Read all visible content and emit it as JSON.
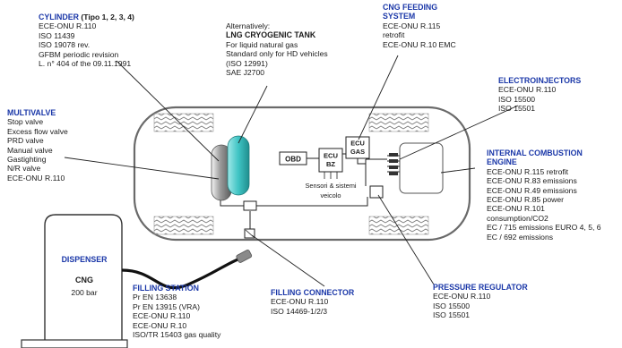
{
  "cylinder": {
    "title": "CYLINDER",
    "title_suffix": "(Tipo 1, 2, 3, 4)",
    "lines": [
      "ECE-ONU R.110",
      "ISO 11439",
      "ISO 19078 rev.",
      "GFBM periodic revision",
      "L. n° 404 of the 09.11.1991"
    ]
  },
  "lng": {
    "intro": "Alternatively:",
    "title": "LNG  CRYOGENIC TANK",
    "lines": [
      "For liquid natural gas",
      "Standard only for HD vehicles",
      "(ISO 12991)",
      "SAE J2700"
    ]
  },
  "cng_feeding": {
    "title_line1": "CNG FEEDING",
    "title_line2": "SYSTEM",
    "lines": [
      "ECE-ONU R.115",
      "retrofit",
      "ECE-ONU R.10 EMC"
    ]
  },
  "electroinjectors": {
    "title": "ELECTROINJECTORS",
    "lines": [
      "ECE-ONU R.110",
      "ISO 15500",
      "ISO 15501"
    ]
  },
  "multivalve": {
    "title": "MULTIVALVE",
    "lines": [
      "Stop valve",
      "Excess flow valve",
      "PRD valve",
      "Manual valve",
      "Gastighting",
      "N/R valve",
      "ECE-ONU R.110"
    ]
  },
  "ice": {
    "title_line1": "INTERNAL COMBUSTION",
    "title_line2": "ENGINE",
    "lines": [
      "ECE-ONU R.115 retrofit",
      "ECE-ONU R.83 emissions",
      "ECE-ONU R.49 emissions",
      "ECE-ONU R.85 power",
      "ECE-ONU R.101",
      "consumption/CO2",
      "EC / 715 emissions EURO 4, 5, 6",
      "EC / 692 emissions"
    ]
  },
  "filling_station": {
    "title": "FILLING STATION",
    "lines": [
      "Pr EN 13638",
      "Pr EN 13915 (VRA)",
      "ECE-ONU R.110",
      "ECE-ONU R.10",
      "ISO/TR 15403 gas quality"
    ]
  },
  "filling_connector": {
    "title": "FILLING CONNECTOR",
    "lines": [
      "ECE-ONU R.110",
      "ISO 14469-1/2/3"
    ]
  },
  "pressure_regulator": {
    "title": "PRESSURE REGULATOR",
    "lines": [
      "ECE-ONU R.110",
      "ISO 15500",
      "ISO 15501"
    ]
  },
  "dispenser": {
    "label": "DISPENSER",
    "fuel": "CNG",
    "pressure": "200 bar"
  },
  "vehicle": {
    "obd": "OBD",
    "ecu_bz_line1": "ECU",
    "ecu_bz_line2": "BZ",
    "ecu_gas_line1": "ECU",
    "ecu_gas_line2": "GAS",
    "sensors_line1": "Sensori & sistemi",
    "sensors_line2": "veicolo"
  },
  "colors": {
    "heading_blue": "#1a37a8",
    "lng_tank": "#3fc4c4",
    "cng_cylinder": "#b8b8b8",
    "car_outline": "#6a6a6a"
  }
}
